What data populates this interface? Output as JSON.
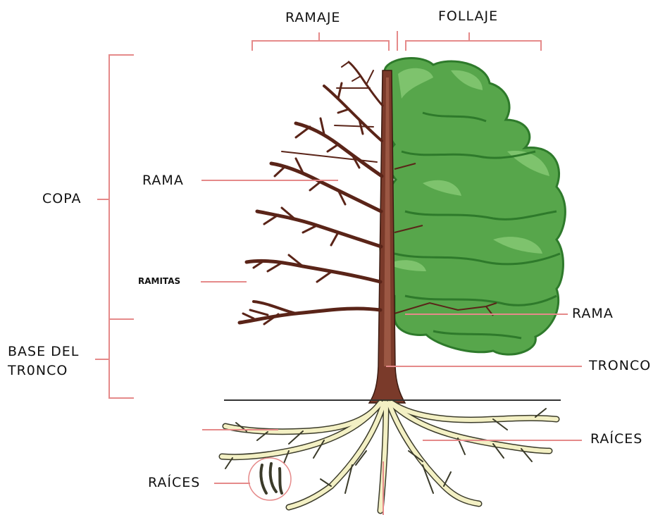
{
  "labels": {
    "ramaje": "RAMAJE",
    "follaje": "FOLLAJE",
    "copa": "COPA",
    "rama_left": "RAMA",
    "ramitas": "RAMITAS",
    "base_del_tronco_line1": "BASE DEL",
    "base_del_tronco_line2": "TR0NCO",
    "rama_right": "RAMA",
    "tronco": "TRONCO",
    "raices_right": "RAÍCES",
    "raices_left": "RAÍCES"
  },
  "colors": {
    "leader_line": "#e58a8a",
    "trunk": "#7a3a2a",
    "branch": "#5a2418",
    "foliage": "#57a64b",
    "foliage_dark": "#2e7a2b",
    "foliage_light": "#8fd07c",
    "root_fill": "#f3f0c4",
    "root_outline": "#3b3b2a",
    "ground": "#333333"
  }
}
